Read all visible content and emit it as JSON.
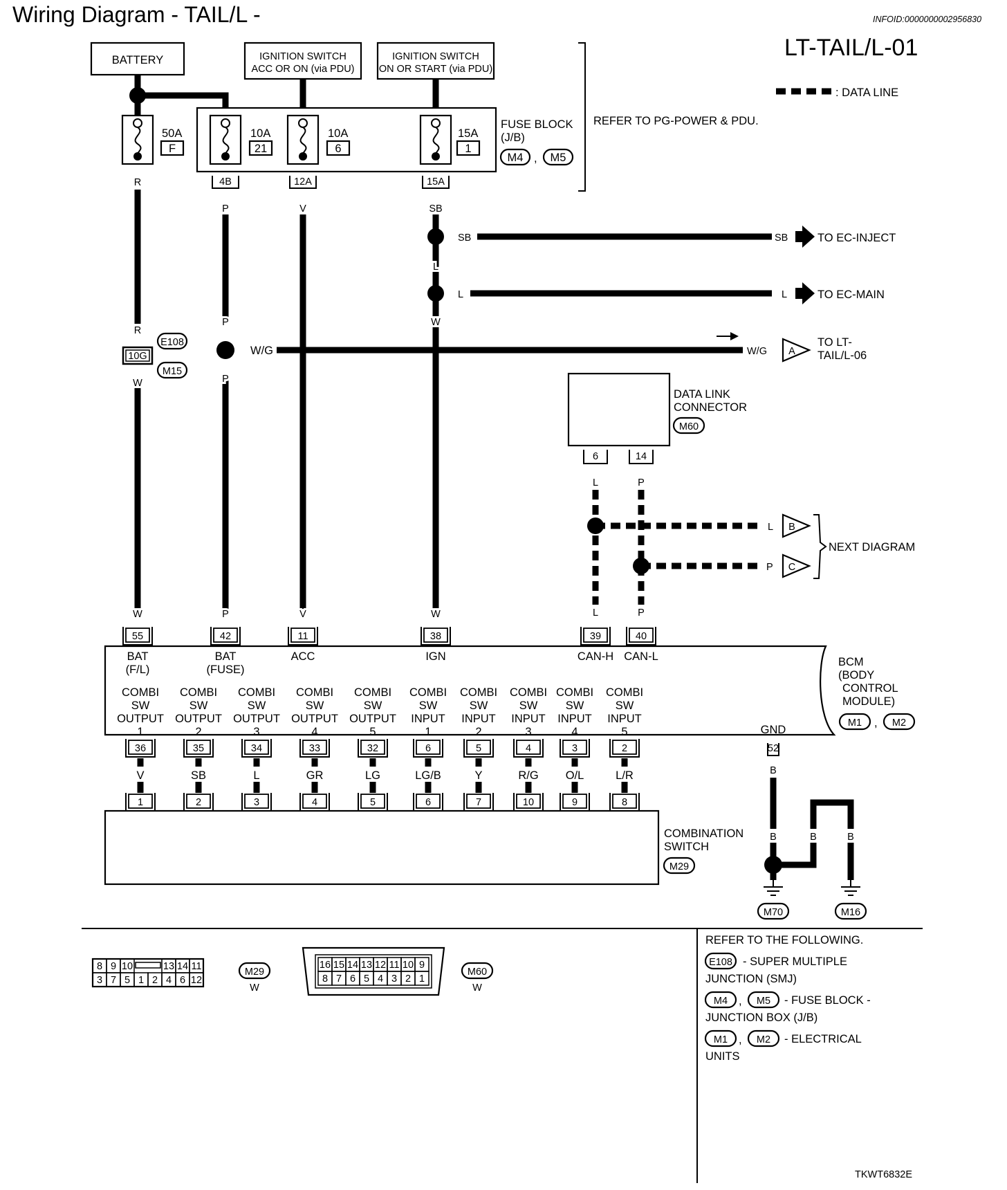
{
  "header": {
    "title": "Wiring Diagram - TAIL/L -",
    "info_id": "INFOID:0000000002956830",
    "diagram_id": "LT-TAIL/L-01",
    "legend_data_line": ": DATA LINE"
  },
  "sources": {
    "battery": "BATTERY",
    "ign_acc_1": "IGNITION SWITCH",
    "ign_acc_2": "ACC OR ON (via PDU)",
    "ign_start_1": "IGNITION SWITCH",
    "ign_start_2": "ON OR START (via PDU)"
  },
  "fuses": {
    "f1_amp": "50A",
    "f1_id": "F",
    "f2_amp": "10A",
    "f2_id": "21",
    "f3_amp": "10A",
    "f3_id": "6",
    "f4_amp": "15A",
    "f4_id": "1",
    "block_label_1": "FUSE BLOCK",
    "block_label_2": "(J/B)",
    "block_conn_1": "M4",
    "block_conn_2": "M5",
    "refer": "REFER TO PG-POWER & PDU.",
    "pin_4b": "4B",
    "pin_12a": "12A",
    "pin_15a": "15A"
  },
  "wires": {
    "r": "R",
    "p": "P",
    "v": "V",
    "sb": "SB",
    "l": "L",
    "w": "W",
    "wg": "W/G",
    "joint_10g": "10G",
    "conn_e108": "E108",
    "conn_m15": "M15"
  },
  "branches": {
    "ec_inject": "TO EC-INJECT",
    "ec_main": "TO EC-MAIN",
    "lt_tail_1": "TO LT-",
    "lt_tail_2": "TAIL/L-06",
    "conn_a": "A",
    "conn_b": "B",
    "conn_c": "C",
    "next_diagram": "NEXT DIAGRAM"
  },
  "dlc": {
    "label_1": "DATA LINK",
    "label_2": "CONNECTOR",
    "conn": "M60",
    "pin_6": "6",
    "pin_14": "14"
  },
  "bcm": {
    "pins_top": [
      "55",
      "42",
      "11",
      "38",
      "39",
      "40"
    ],
    "bat_fl_1": "BAT",
    "bat_fl_2": "(F/L)",
    "bat_fuse_1": "BAT",
    "bat_fuse_2": "(FUSE)",
    "acc": "ACC",
    "ign": "IGN",
    "can_h": "CAN-H",
    "can_l": "CAN-L",
    "name_1": "BCM",
    "name_2": "(BODY",
    "name_3": "CONTROL",
    "name_4": "MODULE)",
    "conn_1": "M1",
    "conn_2": "M2",
    "gnd": "GND",
    "gnd_pin": "52",
    "combi": [
      {
        "l1": "COMBI",
        "l2": "SW",
        "l3": "OUTPUT",
        "l4": "1",
        "pin": "36",
        "wire": "V",
        "cpin": "1",
        "c1": "OUTPUT",
        "c2": "1"
      },
      {
        "l1": "COMBI",
        "l2": "SW",
        "l3": "OUTPUT",
        "l4": "2",
        "pin": "35",
        "wire": "SB",
        "cpin": "2",
        "c1": "OUTPUT",
        "c2": "2"
      },
      {
        "l1": "COMBI",
        "l2": "SW",
        "l3": "OUTPUT",
        "l4": "3",
        "pin": "34",
        "wire": "L",
        "cpin": "3",
        "c1": "OUTPUT",
        "c2": "3"
      },
      {
        "l1": "COMBI",
        "l2": "SW",
        "l3": "OUTPUT",
        "l4": "4",
        "pin": "33",
        "wire": "GR",
        "cpin": "4",
        "c1": "OUTPUT",
        "c2": "4"
      },
      {
        "l1": "COMBI",
        "l2": "SW",
        "l3": "OUTPUT",
        "l4": "5",
        "pin": "32",
        "wire": "LG",
        "cpin": "5",
        "c1": "OUTPUT",
        "c2": "5"
      },
      {
        "l1": "COMBI",
        "l2": "SW",
        "l3": "INPUT",
        "l4": "1",
        "pin": "6",
        "wire": "LG/B",
        "cpin": "6",
        "c1": "INPUT",
        "c2": "1"
      },
      {
        "l1": "COMBI",
        "l2": "SW",
        "l3": "INPUT",
        "l4": "2",
        "pin": "5",
        "wire": "Y",
        "cpin": "7",
        "c1": "INPUT",
        "c2": "2"
      },
      {
        "l1": "COMBI",
        "l2": "SW",
        "l3": "INPUT",
        "l4": "3",
        "pin": "4",
        "wire": "R/G",
        "cpin": "10",
        "c1": "INPUT",
        "c2": "3"
      },
      {
        "l1": "COMBI",
        "l2": "SW",
        "l3": "INPUT",
        "l4": "4",
        "pin": "3",
        "wire": "O/L",
        "cpin": "9",
        "c1": "INPUT",
        "c2": "4"
      },
      {
        "l1": "COMBI",
        "l2": "SW",
        "l3": "INPUT",
        "l4": "5",
        "pin": "2",
        "wire": "L/R",
        "cpin": "8",
        "c1": "INPUT",
        "c2": "5"
      }
    ]
  },
  "combination_switch": {
    "name_1": "COMBINATION",
    "name_2": "SWITCH",
    "conn": "M29"
  },
  "ground": {
    "b": "B",
    "g1": "M70",
    "g2": "M16"
  },
  "connector_views": {
    "m29_top": [
      "8",
      "9",
      "10",
      "",
      "13",
      "14",
      "11"
    ],
    "m29_bot": [
      "3",
      "7",
      "5",
      "1",
      "2",
      "4",
      "6",
      "12"
    ],
    "m29_id": "M29",
    "m29_color": "W",
    "m60_top": [
      "16",
      "15",
      "14",
      "13",
      "12",
      "11",
      "10",
      "9"
    ],
    "m60_bot": [
      "8",
      "7",
      "6",
      "5",
      "4",
      "3",
      "2",
      "1"
    ],
    "m60_id": "M60",
    "m60_color": "W"
  },
  "refer": {
    "title": "REFER TO THE FOLLOWING.",
    "e108": "E108",
    "e108_desc": "- SUPER MULTIPLE",
    "e108_desc_2": "JUNCTION (SMJ)",
    "m4": "M4",
    "m5": "M5",
    "m4_desc": "- FUSE BLOCK -",
    "m4_desc_2": "JUNCTION BOX (J/B)",
    "m1": "M1",
    "m2": "M2",
    "m1_desc": "- ELECTRICAL",
    "m1_desc_2": "UNITS"
  },
  "footer_code": "TKWT6832E"
}
